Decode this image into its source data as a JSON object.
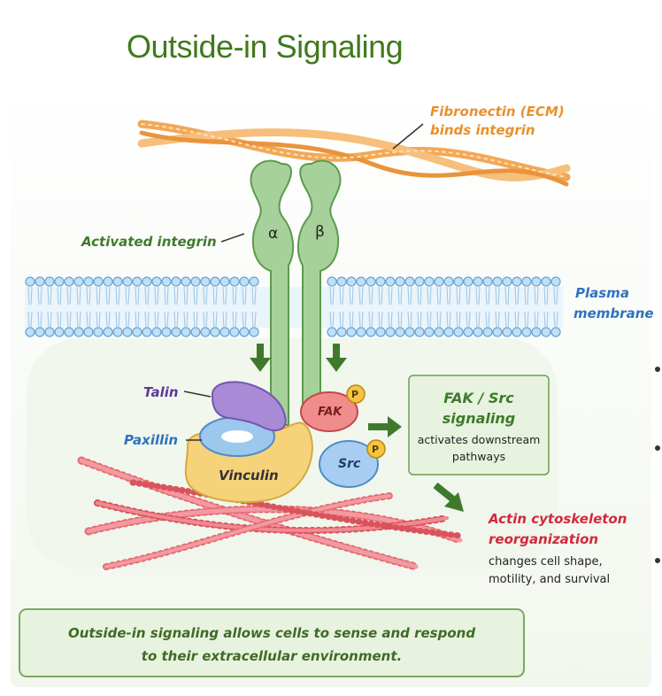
{
  "title": "Outside-in Signaling",
  "labels": {
    "fibronectin_line1": "Fibronectin (ECM)",
    "fibronectin_line2": "binds integrin",
    "activated_integrin": "Activated integrin",
    "alpha": "α",
    "beta": "β",
    "plasma_line1": "Plasma",
    "plasma_line2": "membrane",
    "talin": "Talin",
    "paxillin": "Paxillin",
    "vinculin": "Vinculin",
    "fak": "FAK",
    "src": "Src",
    "phospho": "P"
  },
  "fak_box": {
    "line1": "FAK / Src",
    "line2": "signaling",
    "line3": "activates downstream",
    "line4": "pathways"
  },
  "actin": {
    "line1": "Actin cytoskeleton",
    "line2": "reorganization",
    "line3": "changes cell shape,",
    "line4": "motility, and survival"
  },
  "summary": {
    "line1": "Outside-in signaling allows cells to sense and respond",
    "line2": "to their extracellular environment."
  },
  "colors": {
    "title": "#3f7a1c",
    "fibronectin": "#f0a04a",
    "integrin": "#a6d19a",
    "membrane": "#8fc3ea",
    "talin": "#a98ad6",
    "paxillin": "#9cc8ee",
    "vinculin": "#f6d27a",
    "fak": "#f08c8c",
    "src": "#a8cdf2",
    "actin": "#e76a72",
    "green_box": "#e7f3df"
  }
}
